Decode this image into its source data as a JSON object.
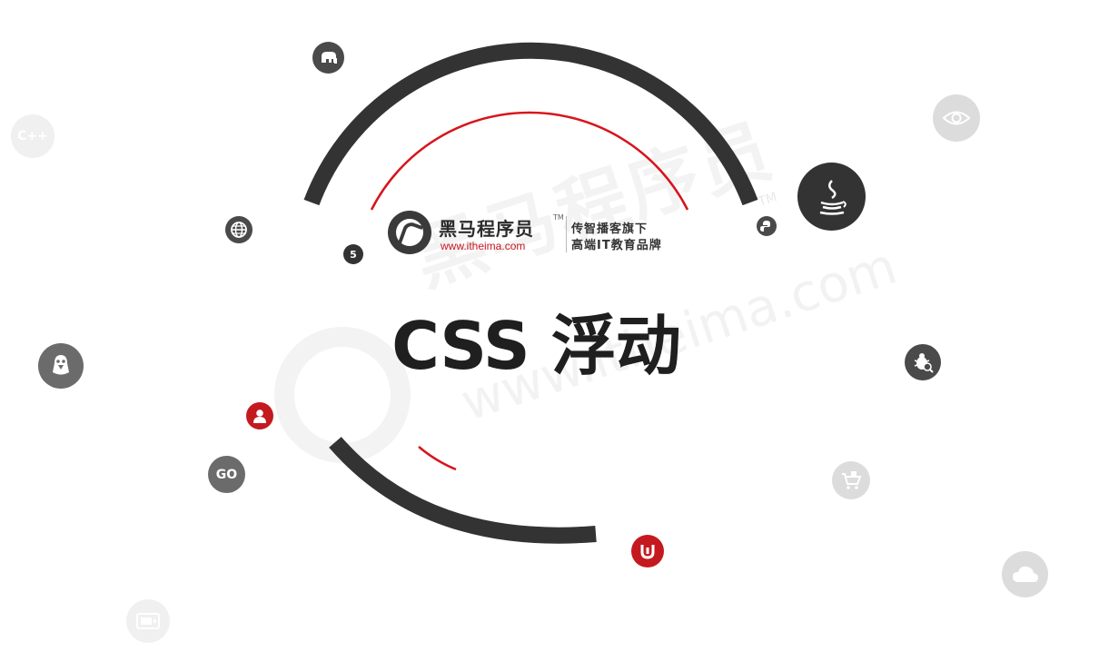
{
  "brand": {
    "name": "黑马程序员",
    "trademark": "TM",
    "url": "www.itheima.com",
    "slogan_line1": "传智播客旗下",
    "slogan_line2": "高端IT教育品牌"
  },
  "title": "CSS 浮动",
  "watermark": {
    "name": "黑马程序员",
    "url": "www.itheima.com",
    "trademark": "TM"
  },
  "icons": {
    "cpp": "C++",
    "go": "GO",
    "html5": "5"
  },
  "colors": {
    "arc_dark": "#333333",
    "arc_red": "#d8141c",
    "accent_red": "#c41a1f",
    "icon_dark": "#4a4a4a",
    "icon_light": "#dcdcdc"
  }
}
